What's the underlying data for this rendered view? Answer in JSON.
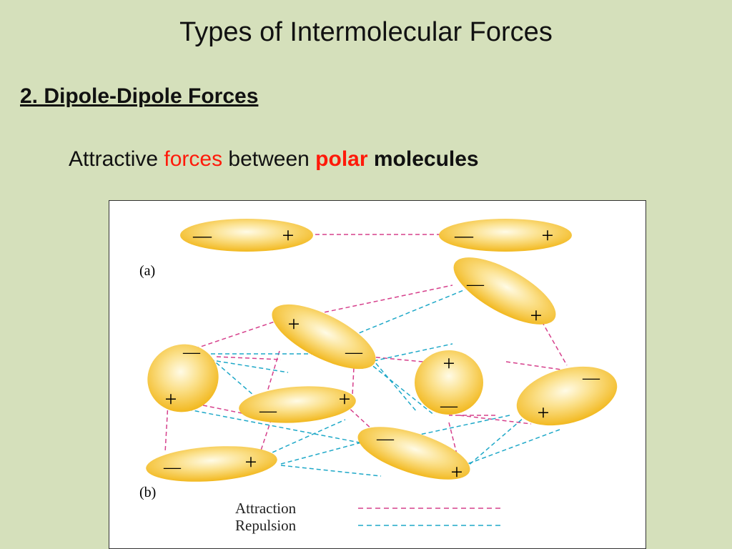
{
  "slide": {
    "title": "Types of Intermolecular Forces",
    "subtitle": "2. Dipole-Dipole Forces",
    "description": {
      "part1": "Attractive ",
      "part2": "forces",
      "part3": " between ",
      "part4": "polar",
      "part5": " molecules"
    }
  },
  "figure": {
    "label_a": "(a)",
    "label_b": "(b)",
    "legend": {
      "attraction": "Attraction",
      "repulsion": "Repulsion"
    },
    "signs": {
      "plus": "+",
      "minus": "—"
    }
  },
  "colors": {
    "background": "#d5e0bb",
    "accent_red": "#ff1a0a",
    "attraction_line": "#d6408c",
    "repulsion_line": "#1ea8c8",
    "molecule_fill": "#f6c633"
  }
}
